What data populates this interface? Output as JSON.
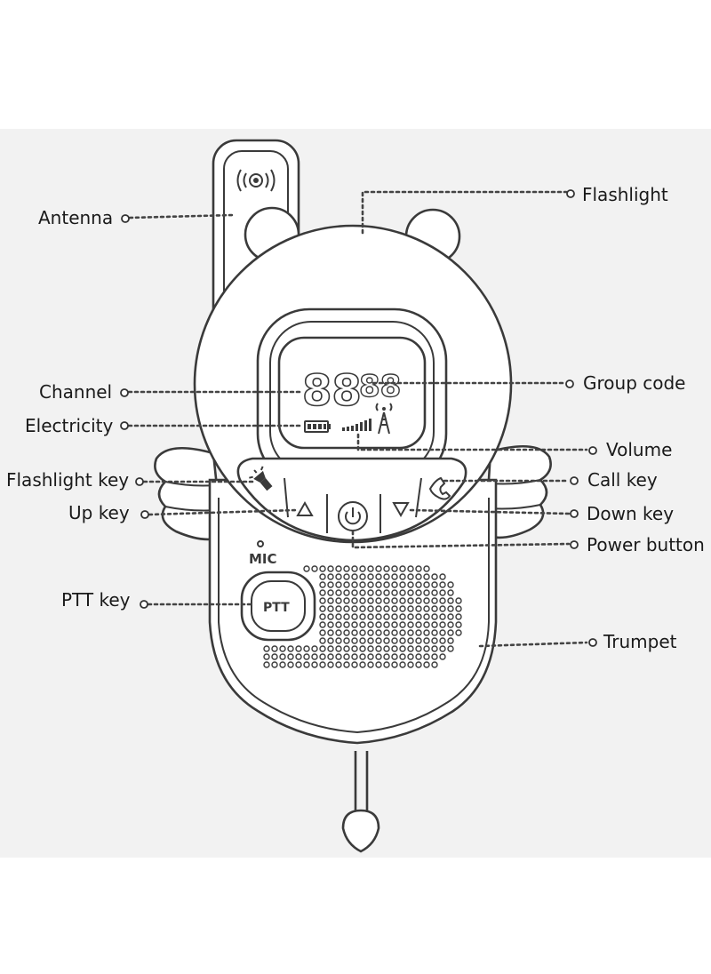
{
  "callouts": {
    "antenna": "Antenna",
    "flashlight": "Flashlight",
    "channel": "Channel",
    "group_code": "Group code",
    "electricity": "Electricity",
    "volume": "Volume",
    "flashlight_key": "Flashlight key",
    "call_key": "Call key",
    "up_key": "Up key",
    "down_key": "Down key",
    "power_button": "Power button",
    "ptt_key": "PTT key",
    "trumpet": "Trumpet"
  },
  "device": {
    "display_digits": "88",
    "display_small_digits": "88",
    "mic_label": "MIC",
    "ptt_label": "PTT"
  },
  "icons": {
    "signal": "signal-waves-icon",
    "battery": "battery-icon",
    "volume": "volume-bars-icon",
    "tower": "antenna-tower-icon",
    "flashlight": "flashlight-icon",
    "up": "triangle-up-icon",
    "power": "power-icon",
    "down": "triangle-down-icon",
    "call": "phone-icon"
  },
  "colors": {
    "background": "#f2f2f2",
    "outline": "#3a3a3a"
  }
}
